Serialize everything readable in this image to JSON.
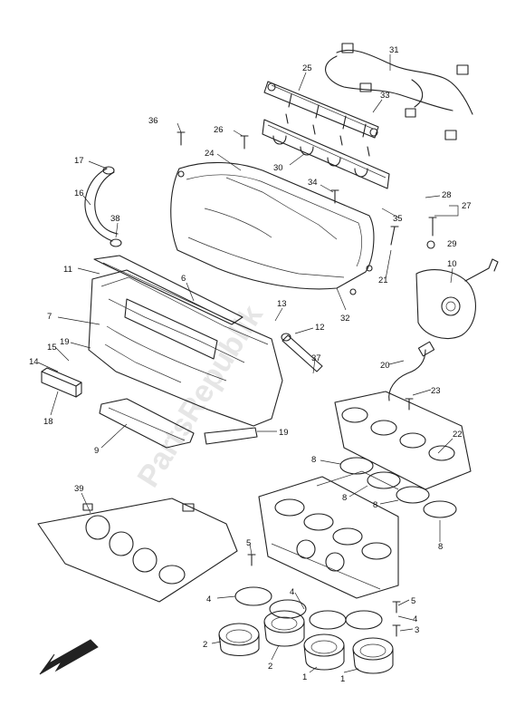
{
  "watermark": "PartsRepublik",
  "callouts": [
    {
      "id": "c1a",
      "label": "1"
    },
    {
      "id": "c1b",
      "label": "1"
    },
    {
      "id": "c2a",
      "label": "2"
    },
    {
      "id": "c2b",
      "label": "2"
    },
    {
      "id": "c3",
      "label": "3"
    },
    {
      "id": "c4a",
      "label": "4"
    },
    {
      "id": "c4b",
      "label": "4"
    },
    {
      "id": "c4c",
      "label": "4"
    },
    {
      "id": "c5a",
      "label": "5"
    },
    {
      "id": "c5b",
      "label": "5"
    },
    {
      "id": "c6",
      "label": "6"
    },
    {
      "id": "c7",
      "label": "7"
    },
    {
      "id": "c8a",
      "label": "8"
    },
    {
      "id": "c8b",
      "label": "8"
    },
    {
      "id": "c8c",
      "label": "8"
    },
    {
      "id": "c8d",
      "label": "8"
    },
    {
      "id": "c9",
      "label": "9"
    },
    {
      "id": "c10",
      "label": "10"
    },
    {
      "id": "c11",
      "label": "11"
    },
    {
      "id": "c12",
      "label": "12"
    },
    {
      "id": "c13",
      "label": "13"
    },
    {
      "id": "c14",
      "label": "14"
    },
    {
      "id": "c15",
      "label": "15"
    },
    {
      "id": "c16",
      "label": "16"
    },
    {
      "id": "c17",
      "label": "17"
    },
    {
      "id": "c18",
      "label": "18"
    },
    {
      "id": "c19a",
      "label": "19"
    },
    {
      "id": "c19b",
      "label": "19"
    },
    {
      "id": "c20",
      "label": "20"
    },
    {
      "id": "c21",
      "label": "21"
    },
    {
      "id": "c22",
      "label": "22"
    },
    {
      "id": "c23",
      "label": "23"
    },
    {
      "id": "c24",
      "label": "24"
    },
    {
      "id": "c25",
      "label": "25"
    },
    {
      "id": "c26",
      "label": "26"
    },
    {
      "id": "c27",
      "label": "27"
    },
    {
      "id": "c28",
      "label": "28"
    },
    {
      "id": "c29",
      "label": "29"
    },
    {
      "id": "c30",
      "label": "30"
    },
    {
      "id": "c31",
      "label": "31"
    },
    {
      "id": "c32",
      "label": "32"
    },
    {
      "id": "c33",
      "label": "33"
    },
    {
      "id": "c34",
      "label": "34"
    },
    {
      "id": "c35",
      "label": "35"
    },
    {
      "id": "c36",
      "label": "36"
    },
    {
      "id": "c37",
      "label": "37"
    },
    {
      "id": "c38",
      "label": "38"
    },
    {
      "id": "c39",
      "label": "39"
    }
  ]
}
